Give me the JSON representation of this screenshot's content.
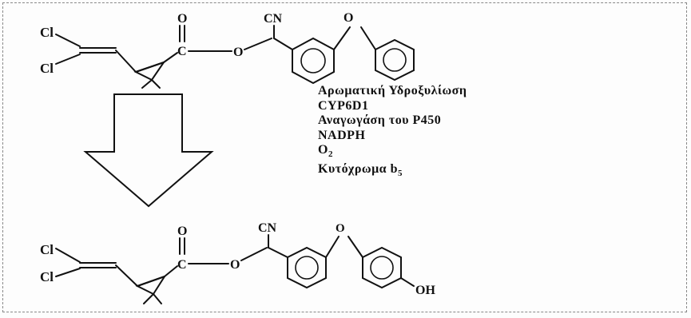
{
  "reactant": {
    "cl_top": "Cl",
    "cl_bottom": "Cl",
    "carbonyl_o": "O",
    "carbonyl_c": "C",
    "ester_o": "O",
    "nitrile": "CN",
    "ether_o": "O"
  },
  "conditions": {
    "line1": "Αρωματική Υδροξυλίωση",
    "line2": "CYP6D1",
    "line3": "Αναγωγάση του P450",
    "line4": "NADPH",
    "line5_main": "O",
    "line5_sub": "2",
    "line6_main": "Κυτόχρωμα b",
    "line6_sub": "5"
  },
  "product": {
    "cl_top": "Cl",
    "cl_bottom": "Cl",
    "carbonyl_o": "O",
    "carbonyl_c": "C",
    "ester_o": "O",
    "nitrile": "CN",
    "ether_o": "O",
    "hydroxyl": "OH"
  }
}
